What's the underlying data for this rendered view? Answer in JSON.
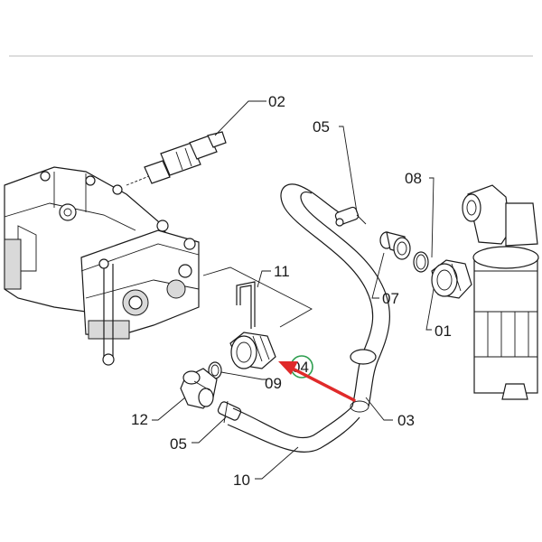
{
  "labels": {
    "part_02": "02",
    "part_05_top": "05",
    "part_08": "08",
    "part_11": "11",
    "part_07": "07",
    "part_01": "01",
    "part_04": "04",
    "part_09": "09",
    "part_12": "12",
    "part_03": "03",
    "part_05_bottom": "05",
    "part_10": "10"
  },
  "colors": {
    "highlight_circle": "#2e9e4f",
    "arrow": "#e02a2a",
    "line": "#1a1a1a"
  },
  "icons": {
    "pointer": "red-arrow-icon"
  }
}
